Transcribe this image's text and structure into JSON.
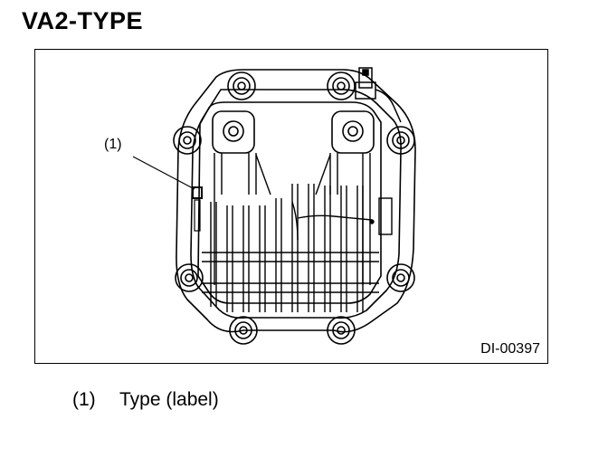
{
  "title": "VA2-TYPE",
  "callout_label": "(1)",
  "figure_code": "DI-00397",
  "legend": [
    {
      "number": "(1)",
      "text": "Type (label)"
    }
  ]
}
